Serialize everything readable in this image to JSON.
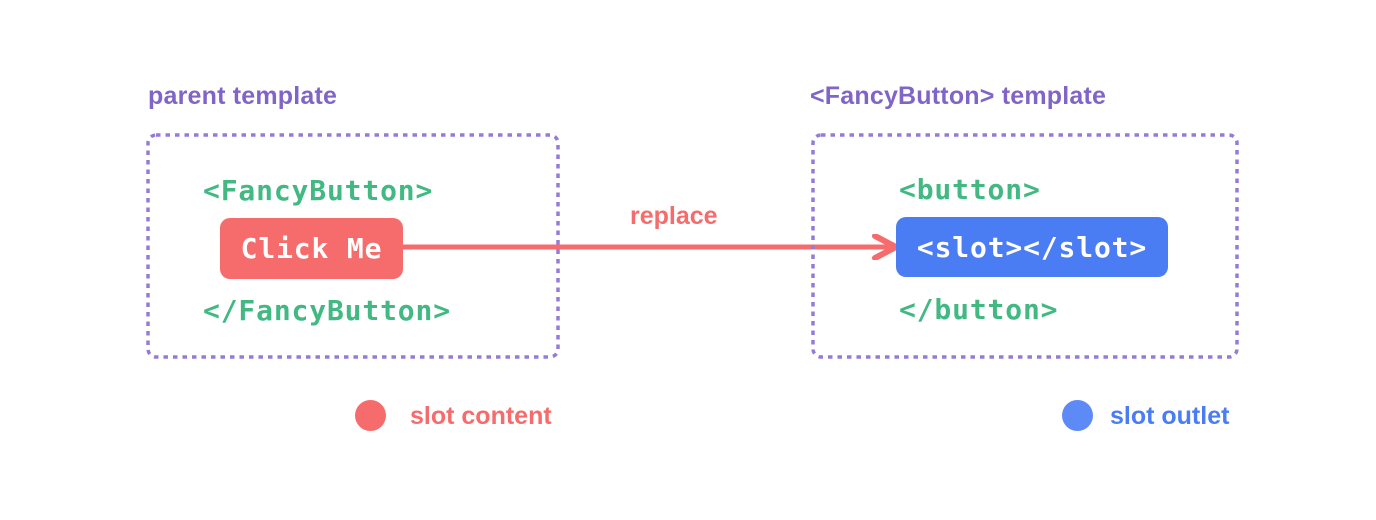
{
  "colors": {
    "background": "#ffffff",
    "purple": "#8065c7",
    "purple-border": "#967bd6",
    "green": "#42b883",
    "red": "#f66c6c",
    "blue": "#4a7df3",
    "blue-light": "#5e8af8",
    "white": "#ffffff"
  },
  "parent_panel": {
    "title": "parent template",
    "code_open": "<FancyButton>",
    "slot_content": "Click Me",
    "code_close": "</FancyButton>"
  },
  "fancy_button_panel": {
    "title": "<FancyButton> template",
    "code_open": "<button>",
    "slot_outlet": "<slot></slot>",
    "code_close": "</button>"
  },
  "arrow": {
    "label": "replace"
  },
  "legend": {
    "slot_content_label": "slot content",
    "slot_outlet_label": "slot outlet"
  }
}
